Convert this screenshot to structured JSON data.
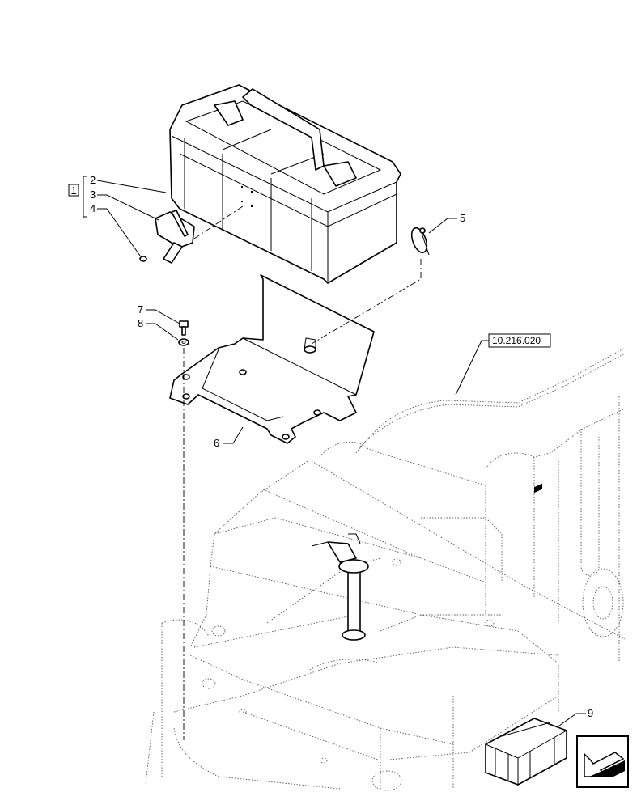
{
  "callouts": {
    "assembly": "1",
    "item2": "2",
    "item3": "3",
    "item4": "4",
    "item5": "5",
    "item6": "6",
    "item7": "7",
    "item8": "8",
    "item9": "9"
  },
  "reference": "10.216.020",
  "icons": {
    "kit": "packaging-crate-icon",
    "nav": "direction-arrow-icon"
  }
}
